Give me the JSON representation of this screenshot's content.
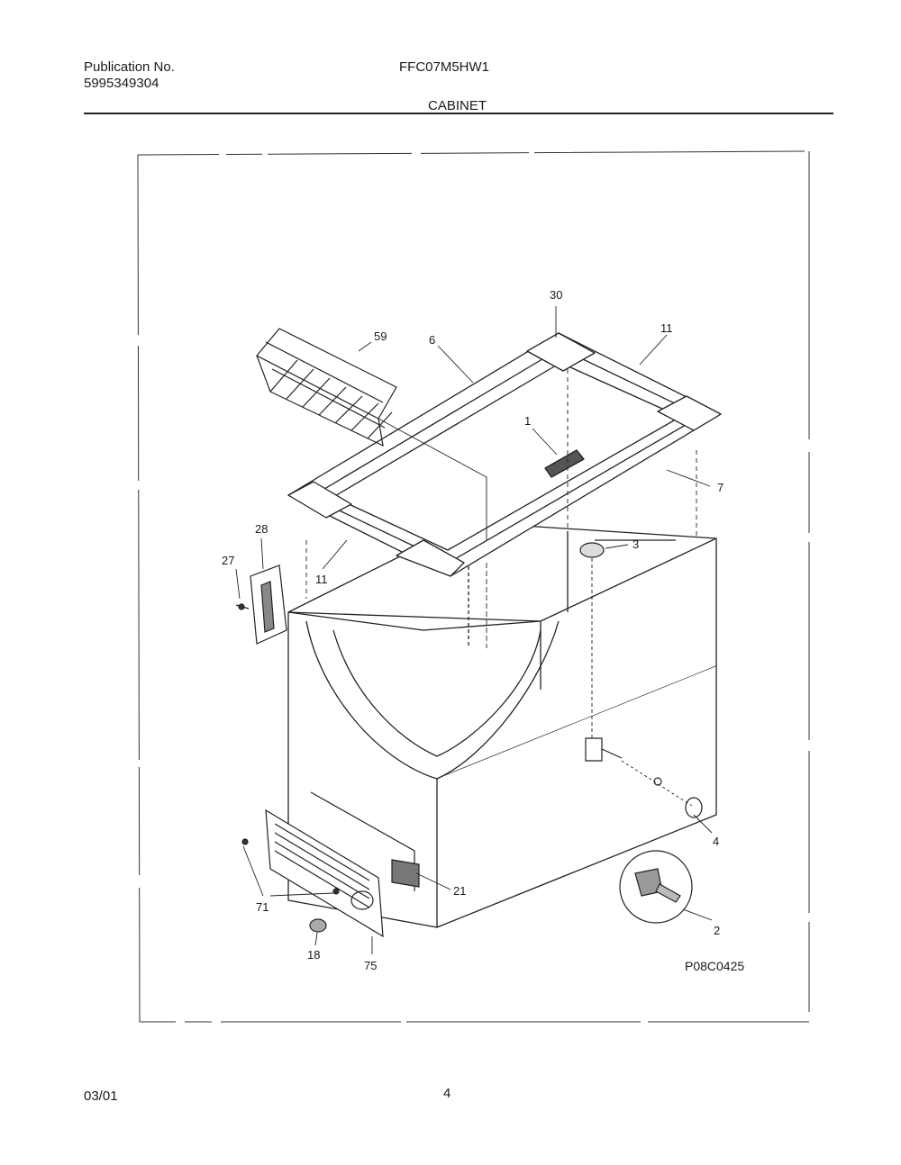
{
  "header": {
    "publication_label": "Publication No.",
    "publication_number": "5995349304",
    "model": "FFC07M5HW1",
    "section": "CABINET"
  },
  "diagram": {
    "part_callouts": [
      "30",
      "59",
      "6",
      "11",
      "1",
      "7",
      "3",
      "28",
      "27",
      "11",
      "4",
      "21",
      "71",
      "2",
      "18",
      "75"
    ],
    "figure_code": "P08C0425"
  },
  "footer": {
    "date": "03/01",
    "page_number": "4"
  }
}
